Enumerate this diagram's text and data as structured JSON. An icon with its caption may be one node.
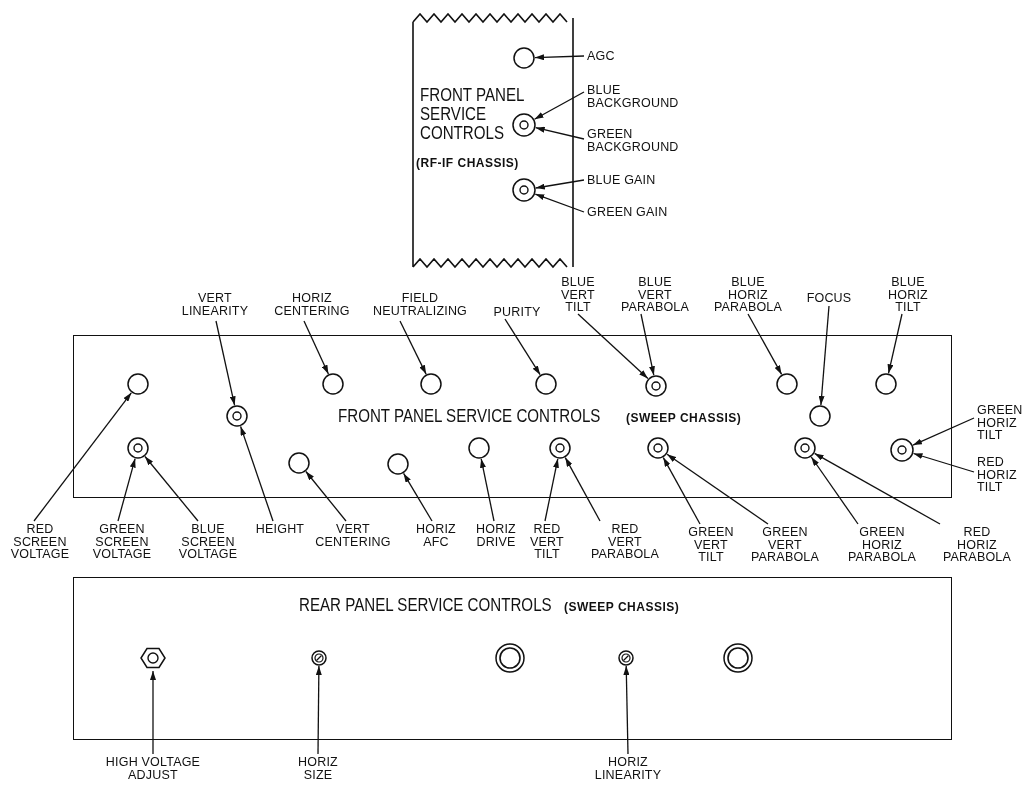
{
  "diagram": {
    "nodes": [
      {
        "text": [
          "FRONT PANEL SERVICE CONTROLS",
          "(RF-IF CHASSIS)"
        ]
      },
      {
        "text": [],
        "shape": "circle",
        "in": 0
      },
      {
        "text": [],
        "shape": "circle",
        "in": 0
      },
      {
        "text": [],
        "shape": "circle",
        "in": 0
      },
      {
        "text": [
          "AGC"
        ]
      },
      {
        "text": [
          "BLUE BACKGROUND"
        ]
      },
      {
        "text": [
          "GREEN BACKGROUND"
        ]
      },
      {
        "text": [
          "BLUE GAIN"
        ]
      },
      {
        "text": [
          "GREEN GAIN"
        ]
      },
      {
        "text": [
          "FRONT PANEL SERVICE CONTROLS",
          "(SWEEP CHASSIS)"
        ]
      },
      {
        "text": [],
        "shape": "circle",
        "in": 9
      },
      {
        "text": [],
        "shape": "circle",
        "in": 9
      },
      {
        "text": [],
        "shape": "circle",
        "in": 9
      },
      {
        "text": [],
        "shape": "circle",
        "in": 9
      },
      {
        "text": [],
        "shape": "circle",
        "in": 9
      },
      {
        "text": [],
        "shape": "circle",
        "in": 9
      },
      {
        "text": [],
        "shape": "circle",
        "in": 9
      },
      {
        "text": [],
        "shape": "circle",
        "in": 9
      },
      {
        "text": [],
        "shape": "circle",
        "in": 9
      },
      {
        "text": [],
        "shape": "circle",
        "in": 9
      },
      {
        "text": [],
        "shape": "circle",
        "in": 9
      },
      {
        "text": [],
        "shape": "circle",
        "in": 9
      },
      {
        "text": [],
        "shape": "circle",
        "in": 9
      },
      {
        "text": [],
        "shape": "circle",
        "in": 9
      },
      {
        "text": [],
        "shape": "circle",
        "in": 9
      },
      {
        "text": [],
        "shape": "circle",
        "in": 9
      },
      {
        "text": [],
        "shape": "circle",
        "in": 9
      },
      {
        "text": [
          "VERT LINEARITY"
        ]
      },
      {
        "text": [
          "HORIZ CENTERING"
        ]
      },
      {
        "text": [
          "FIELD NEUTRALIZING"
        ]
      },
      {
        "text": [
          "PURITY"
        ]
      },
      {
        "text": [
          "BLUE VERT TILT"
        ]
      },
      {
        "text": [
          "BLUE VERT PARABOLA"
        ]
      },
      {
        "text": [
          "BLUE HORIZ PARABOLA"
        ]
      },
      {
        "text": [
          "FOCUS"
        ]
      },
      {
        "text": [
          "BLUE HORIZ TILT"
        ]
      },
      {
        "text": [
          "GREEN HORIZ TILT"
        ]
      },
      {
        "text": [
          "RED HORIZ TILT"
        ]
      },
      {
        "text": [
          "RED SCREEN VOLTAGE"
        ]
      },
      {
        "text": [
          "GREEN SCREEN VOLTAGE"
        ]
      },
      {
        "text": [
          "BLUE SCREEN VOLTAGE"
        ]
      },
      {
        "text": [
          "HEIGHT"
        ]
      },
      {
        "text": [
          "VERT CENTERING"
        ]
      },
      {
        "text": [
          "HORIZ AFC"
        ]
      },
      {
        "text": [
          "HORIZ DRIVE"
        ]
      },
      {
        "text": [
          "RED VERT TILT"
        ]
      },
      {
        "text": [
          "RED VERT PARABOLA"
        ]
      },
      {
        "text": [
          "GREEN VERT TILT"
        ]
      },
      {
        "text": [
          "GREEN VERT PARABOLA"
        ]
      },
      {
        "text": [
          "GREEN HORIZ PARABOLA"
        ]
      },
      {
        "text": [
          "RED HORIZ PARABOLA"
        ]
      },
      {
        "text": [
          "REAR PANEL SERVICE CONTROLS",
          "(SWEEP CHASSIS)"
        ]
      },
      {
        "text": [],
        "shape": "hexagon",
        "in": 51
      },
      {
        "text": [],
        "shape": "circle",
        "in": 51
      },
      {
        "text": [],
        "shape": "circle",
        "in": 51
      },
      {
        "text": [],
        "shape": "circle",
        "in": 51
      },
      {
        "text": [],
        "shape": "circle",
        "in": 51
      },
      {
        "text": [
          "HIGH VOLTAGE ADJUST"
        ]
      },
      {
        "text": [
          "HORIZ SIZE"
        ]
      },
      {
        "text": [
          "HORIZ LINEARITY"
        ]
      }
    ],
    "edges": [
      {
        "from": 4,
        "to": 1,
        "arrow": "to"
      },
      {
        "from": 5,
        "to": 2,
        "arrow": "to"
      },
      {
        "from": 6,
        "to": 2,
        "arrow": "to"
      },
      {
        "from": 7,
        "to": 3,
        "arrow": "to"
      },
      {
        "from": 8,
        "to": 3,
        "arrow": "to"
      },
      {
        "from": 27,
        "to": 17,
        "arrow": "to"
      },
      {
        "from": 28,
        "to": 11,
        "arrow": "to"
      },
      {
        "from": 29,
        "to": 12,
        "arrow": "to"
      },
      {
        "from": 30,
        "to": 13,
        "arrow": "to"
      },
      {
        "from": 31,
        "to": 14,
        "arrow": "to"
      },
      {
        "from": 32,
        "to": 14,
        "arrow": "to"
      },
      {
        "from": 33,
        "to": 15,
        "arrow": "to"
      },
      {
        "from": 34,
        "to": 18,
        "arrow": "to"
      },
      {
        "from": 35,
        "to": 16,
        "arrow": "to"
      },
      {
        "from": 36,
        "to": 26,
        "arrow": "to"
      },
      {
        "from": 37,
        "to": 26,
        "arrow": "to"
      },
      {
        "from": 38,
        "to": 10,
        "arrow": "to"
      },
      {
        "from": 39,
        "to": 19,
        "arrow": "to"
      },
      {
        "from": 40,
        "to": 19,
        "arrow": "to"
      },
      {
        "from": 41,
        "to": 17,
        "arrow": "to"
      },
      {
        "from": 42,
        "to": 20,
        "arrow": "to"
      },
      {
        "from": 43,
        "to": 21,
        "arrow": "to"
      },
      {
        "from": 44,
        "to": 22,
        "arrow": "to"
      },
      {
        "from": 45,
        "to": 23,
        "arrow": "to"
      },
      {
        "from": 46,
        "to": 23,
        "arrow": "to"
      },
      {
        "from": 47,
        "to": 24,
        "arrow": "to"
      },
      {
        "from": 48,
        "to": 24,
        "arrow": "to"
      },
      {
        "from": 49,
        "to": 25,
        "arrow": "to"
      },
      {
        "from": 50,
        "to": 25,
        "arrow": "to"
      },
      {
        "from": 57,
        "to": 52,
        "arrow": "to"
      },
      {
        "from": 58,
        "to": 53,
        "arrow": "to"
      },
      {
        "from": 59,
        "to": 55,
        "arrow": "to"
      }
    ]
  }
}
